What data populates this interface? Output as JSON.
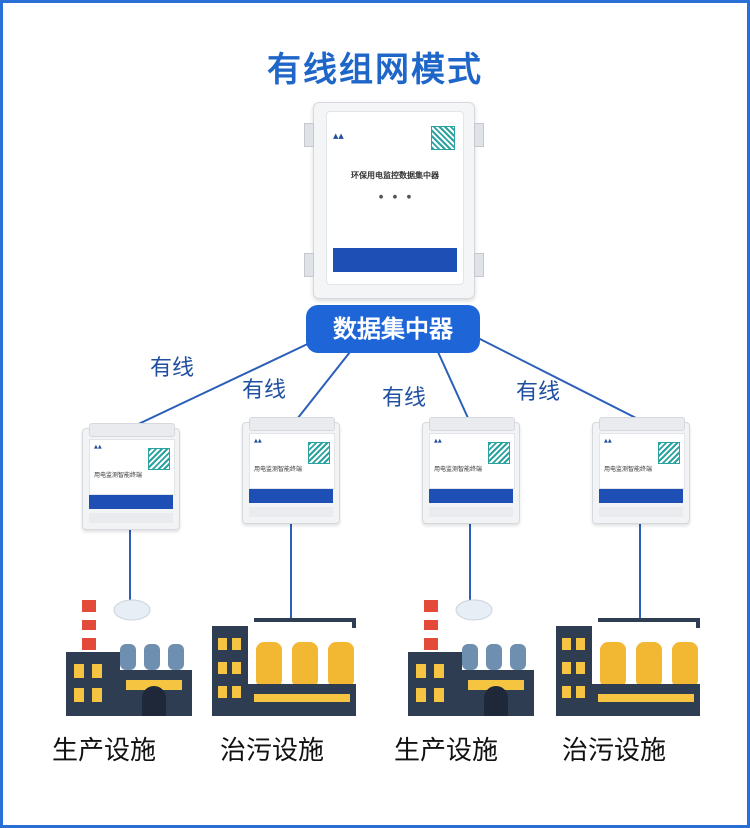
{
  "title": "有线组网模式",
  "concentrator": {
    "label": "数据集中器",
    "device_title": "环保用电监控数据集中器"
  },
  "wire_labels": [
    "有线",
    "有线",
    "有线",
    "有线"
  ],
  "terminals": [
    {
      "name": "用电监测智能终端"
    },
    {
      "name": "用电监测智能终端"
    },
    {
      "name": "用电监测智能终端"
    },
    {
      "name": "用电监测智能终端"
    }
  ],
  "facilities": [
    {
      "label": "生产设施",
      "kind": "production"
    },
    {
      "label": "治污设施",
      "kind": "treatment"
    },
    {
      "label": "生产设施",
      "kind": "production"
    },
    {
      "label": "治污设施",
      "kind": "treatment"
    }
  ],
  "colors": {
    "accent": "#1e66d8",
    "line": "#2b5fb8",
    "factory_body": "#2f3d52",
    "window": "#f5c542"
  }
}
